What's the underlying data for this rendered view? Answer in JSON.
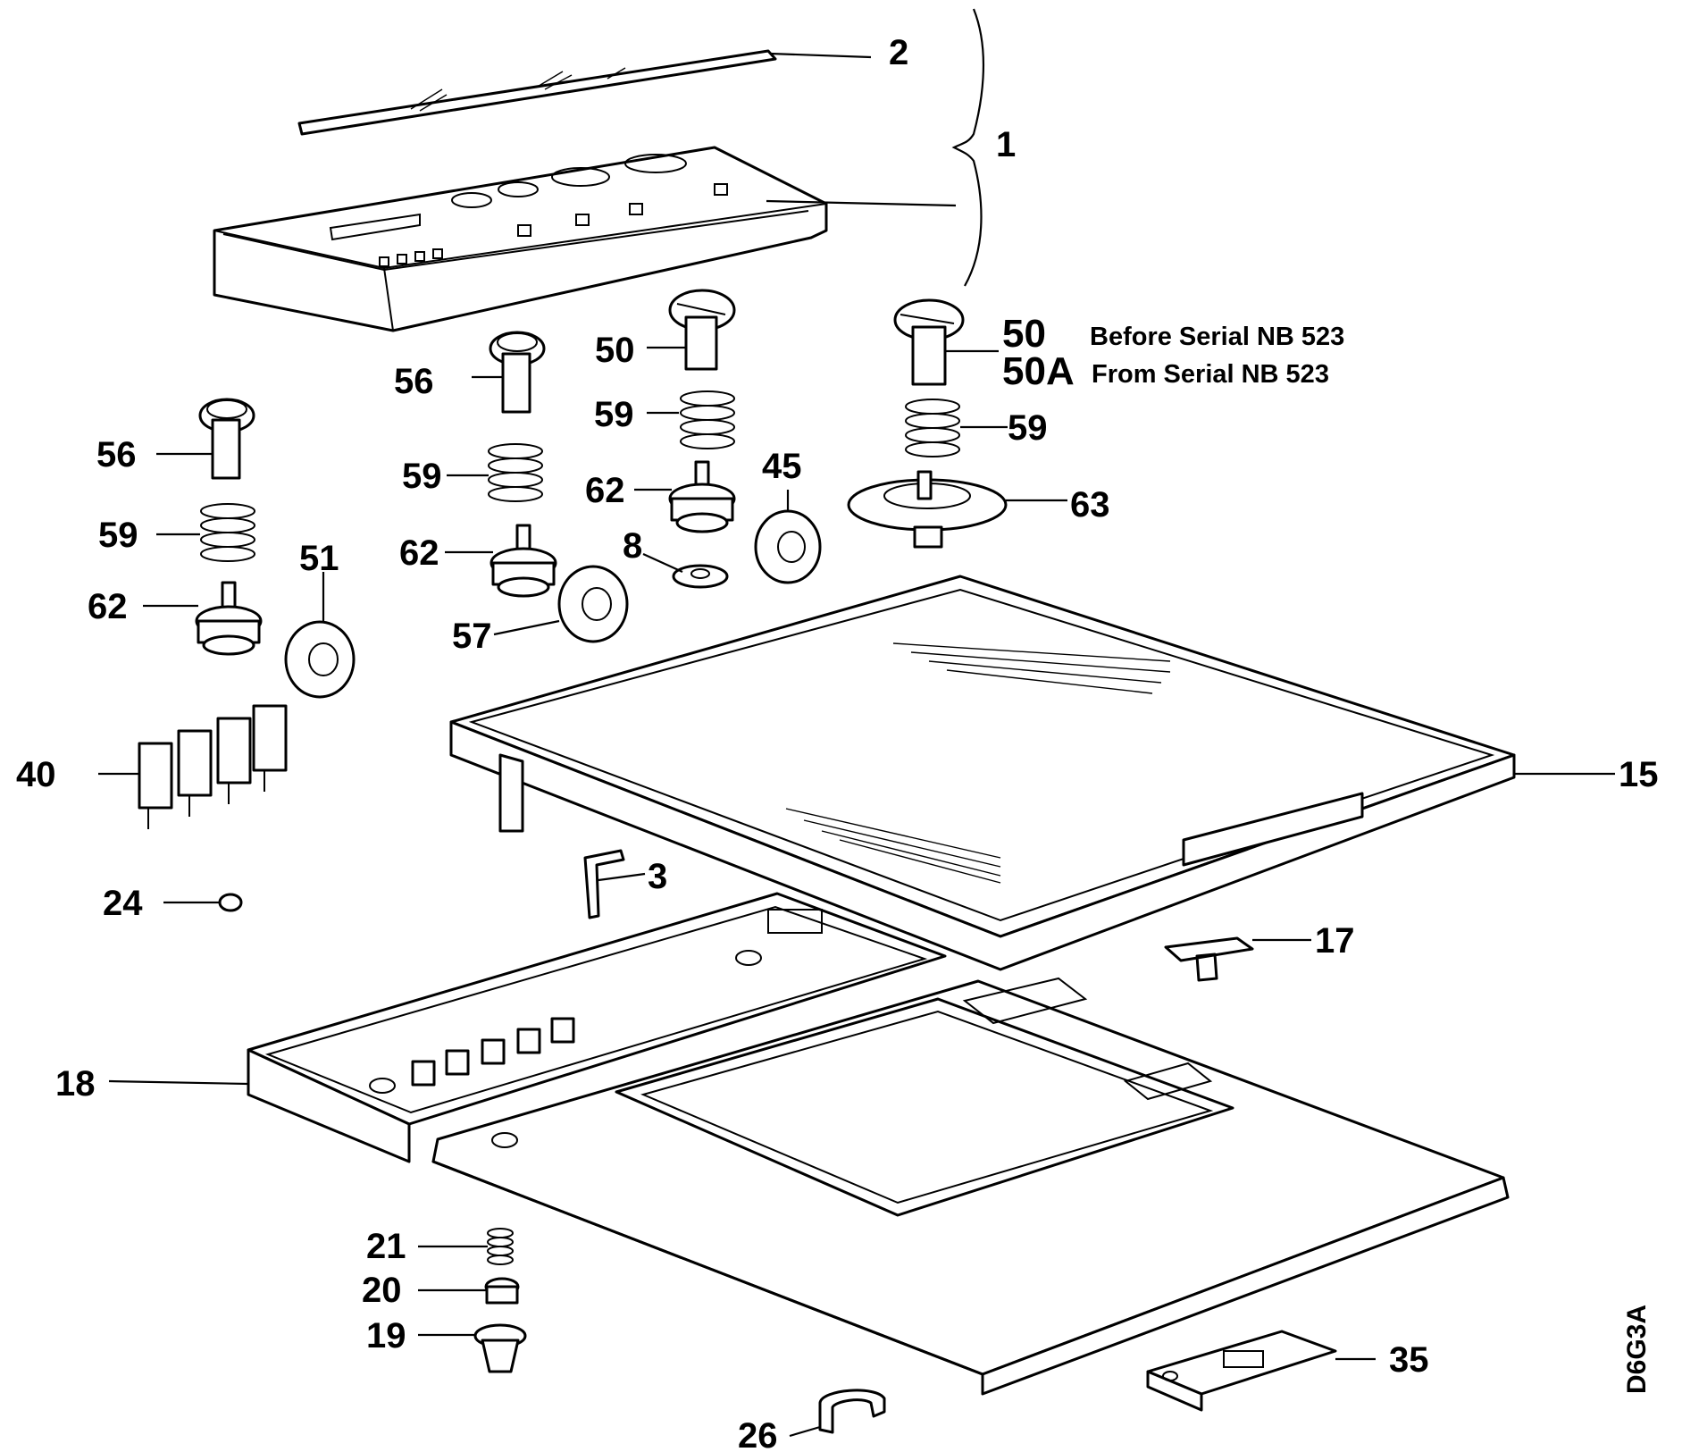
{
  "diagram_code": "D6G3A",
  "callouts": {
    "c1": "1",
    "c2": "2",
    "c3": "3",
    "c8": "8",
    "c15": "15",
    "c17": "17",
    "c18": "18",
    "c19": "19",
    "c20": "20",
    "c21": "21",
    "c24": "24",
    "c26": "26",
    "c35": "35",
    "c40": "40",
    "c45": "45",
    "c50a": "50",
    "c50b": "50",
    "c50A": "50A",
    "c51": "51",
    "c56a": "56",
    "c56b": "56",
    "c57": "57",
    "c59a": "59",
    "c59b": "59",
    "c59c": "59",
    "c59d": "59",
    "c62a": "62",
    "c62b": "62",
    "c62c": "62",
    "c63": "63"
  },
  "notes": {
    "before": "Before Serial NB 523",
    "from": "From Serial NB 523"
  }
}
